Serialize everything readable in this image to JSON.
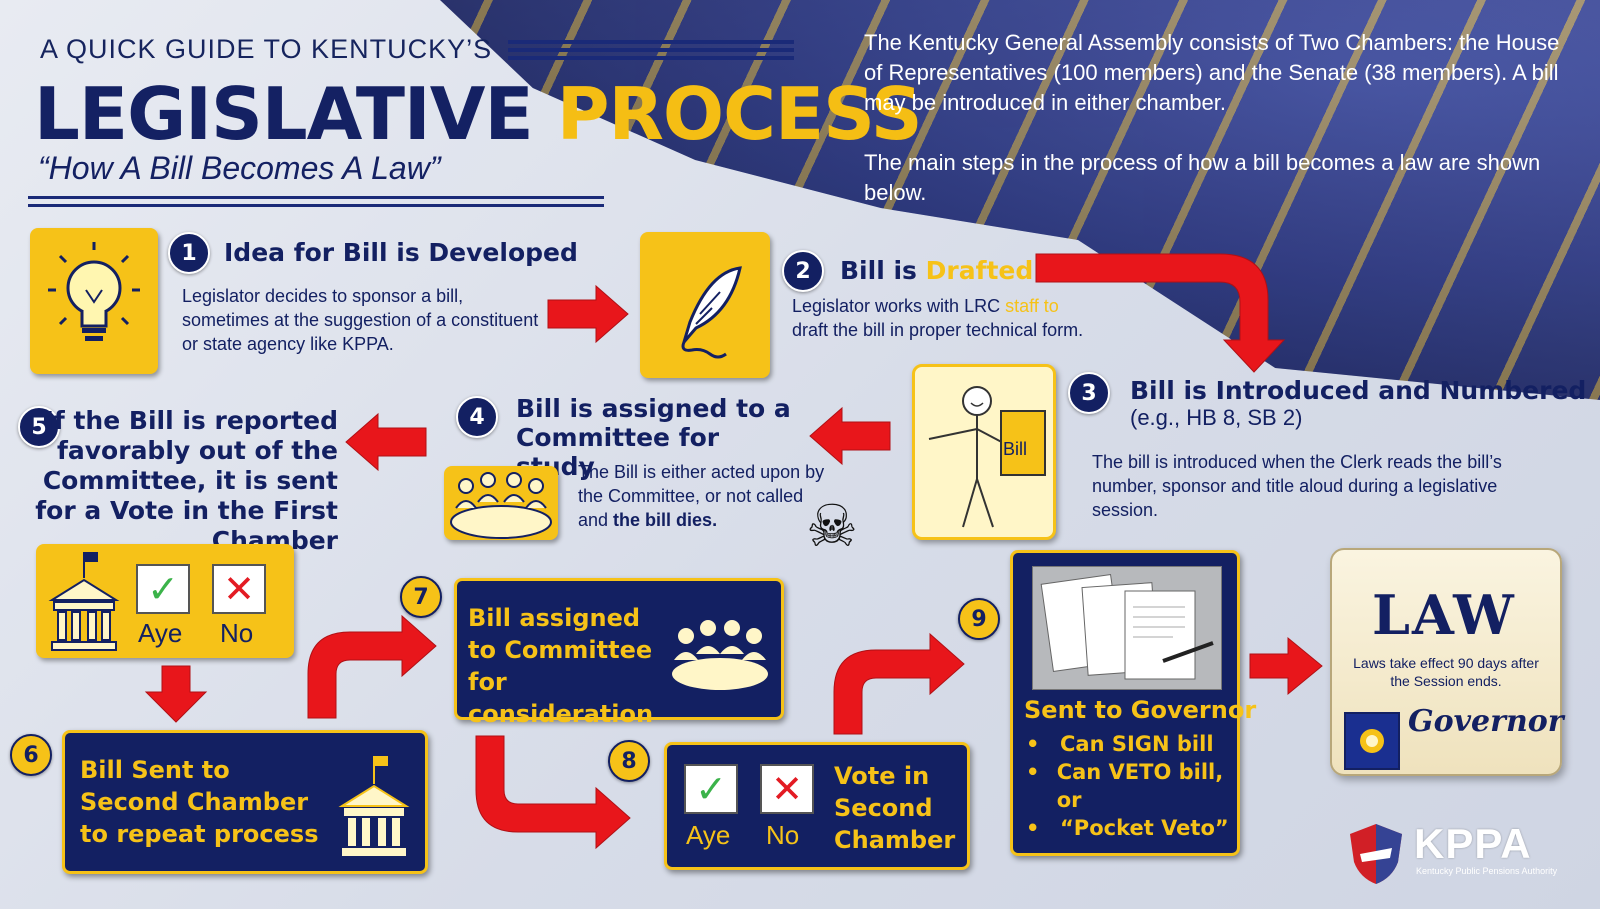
{
  "header": {
    "kicker": "A QUICK GUIDE TO KENTUCKY’S",
    "title_part1": "LEGISLATIVE ",
    "title_part2": "PROCESS",
    "subtitle": "“How A Bill Becomes A Law”"
  },
  "intro": {
    "paragraph1": "The Kentucky General Assembly consists of Two Chambers: the House of Representatives (100 members) and the Senate (38 members). A bill may be introduced in either chamber.",
    "paragraph2": "The main steps in the process of how a bill becomes a law are shown below."
  },
  "steps": {
    "s1": {
      "num": "1",
      "title": "Idea for Bill is Developed",
      "text": "Legislator decides to sponsor a bill, sometimes at the suggestion of a constituent or state agency like KPPA."
    },
    "s2": {
      "num": "2",
      "title_a": "Bill is ",
      "title_b": "Drafted",
      "text_a": "Legislator works with LRC ",
      "text_b": "staff to",
      "text_c": "draft the bill in proper technical form."
    },
    "s3": {
      "num": "3",
      "title": "Bill is Introduced and Numbered",
      "example": "(e.g., HB 8, SB 2)",
      "text": "The bill is introduced when the Clerk reads the bill’s number, sponsor and title aloud during a legislative session.",
      "card_label": "Bill"
    },
    "s4": {
      "num": "4",
      "title": "Bill is assigned to a Committee for study",
      "text_a": "The Bill is either acted upon by the Committee, or not called and ",
      "text_b": "the bill dies."
    },
    "s5": {
      "num": "5",
      "title": "If the Bill is reported favorably out of the Committee, it is sent for a Vote in the First Chamber",
      "aye": "Aye",
      "no": "No"
    },
    "s6": {
      "num": "6",
      "title": "Bill Sent to Second Chamber to repeat process"
    },
    "s7": {
      "num": "7",
      "title": "Bill assigned to Committee for consideration"
    },
    "s8": {
      "num": "8",
      "title": "Vote in Second Chamber",
      "aye": "Aye",
      "no": "No"
    },
    "s9": {
      "num": "9",
      "title": "Sent to Governor",
      "items": [
        "Can SIGN bill",
        "Can VETO bill, or",
        "“Pocket Veto”"
      ]
    }
  },
  "law": {
    "word": "LAW",
    "note": "Laws take effect 90 days after the Session ends.",
    "signature": "Governor"
  },
  "brand": {
    "name": "KPPA",
    "full": "Kentucky Public Pensions Authority"
  },
  "colors": {
    "navy": "#132062",
    "gold": "#f6c218",
    "arrow_red": "#e8161b"
  }
}
